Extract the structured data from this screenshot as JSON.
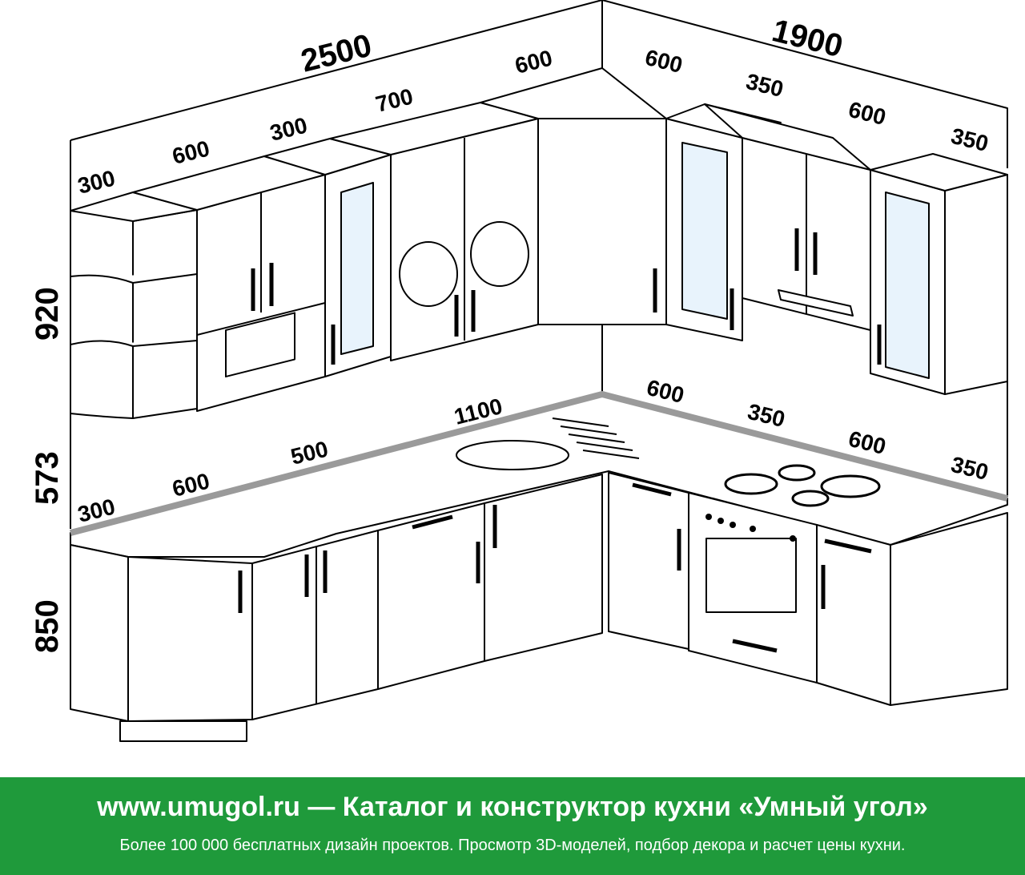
{
  "dimensions": {
    "upper_total_left": "2500",
    "upper_total_right": "1900",
    "upper_left": [
      "300",
      "600",
      "300",
      "700",
      "600"
    ],
    "upper_right": [
      "600",
      "350",
      "600",
      "350"
    ],
    "height_upper": "920",
    "height_backsplash": "573",
    "height_lower": "850",
    "lower_left": [
      "300",
      "600",
      "500",
      "1100"
    ],
    "lower_right": [
      "600",
      "350",
      "600",
      "350"
    ]
  },
  "footer": {
    "title": "www.umugol.ru — Каталог и конструктор кухни «Умный угол»",
    "subtitle": "Более 100 000 бесплатных дизайн проектов. Просмотр 3D-моделей, подбор декора и расчет цены кухни."
  },
  "colors": {
    "footer_bg": "#1f9a3b",
    "countertop": "#9a9a9a",
    "glass": "#e8f3fc"
  }
}
